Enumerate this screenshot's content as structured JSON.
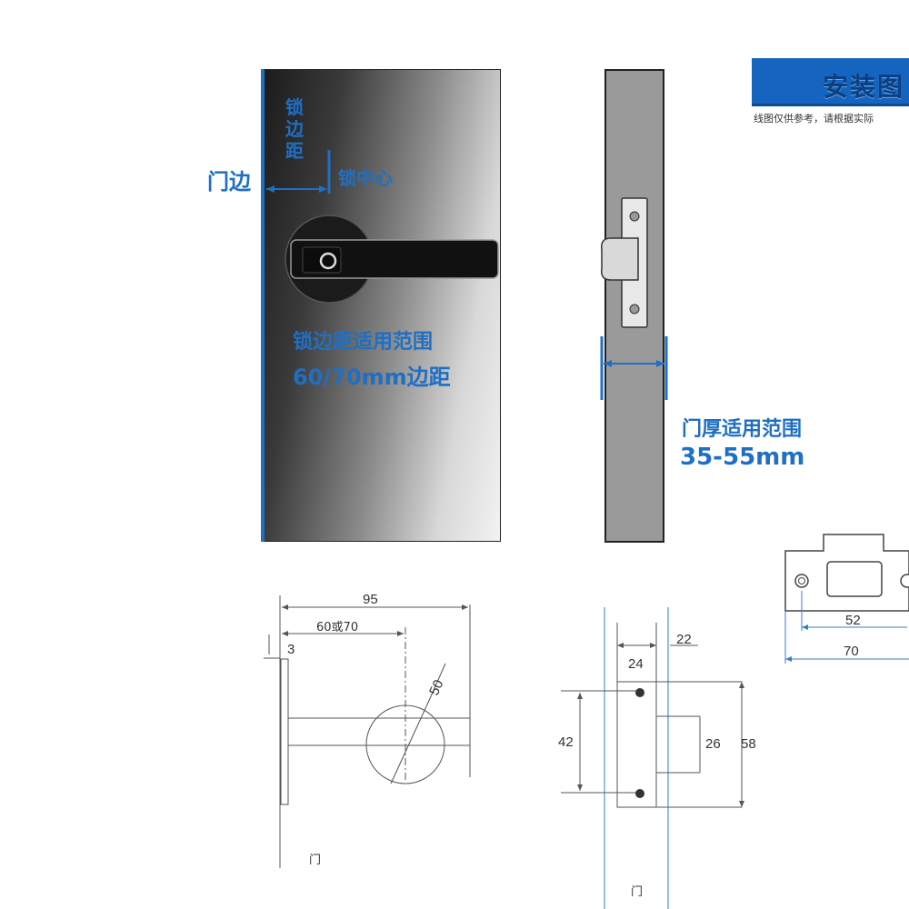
{
  "header": {
    "title": "安装图",
    "note": "线图仅供参考，请根据实际"
  },
  "front_view": {
    "door_edge_label": "门边",
    "backset_label": "锁边距",
    "lock_center_label": "锁中心",
    "range_title": "锁边距适用范围",
    "range_value": "60/70mm边距"
  },
  "side_view": {
    "thickness_title": "门厚适用范围",
    "thickness_value": "35-55mm"
  },
  "strike_plate": {
    "inner_width": "52",
    "outer_width": "70"
  },
  "top_dims": {
    "overall": "95",
    "backset": "60或70",
    "rose_offset": "3",
    "rose_diameter": "50",
    "door_label": "门"
  },
  "latch_dims": {
    "edge_offset": "22",
    "face_width": "24",
    "screw_spacing": "42",
    "bolt_height": "26",
    "plate_height": "58",
    "door_label": "门"
  },
  "colors": {
    "accent_blue": "#1f6fc4",
    "banner_blue": "#1565c0",
    "door_dark": "#1c1c1c",
    "door_side_gray": "#9a9a9a"
  }
}
